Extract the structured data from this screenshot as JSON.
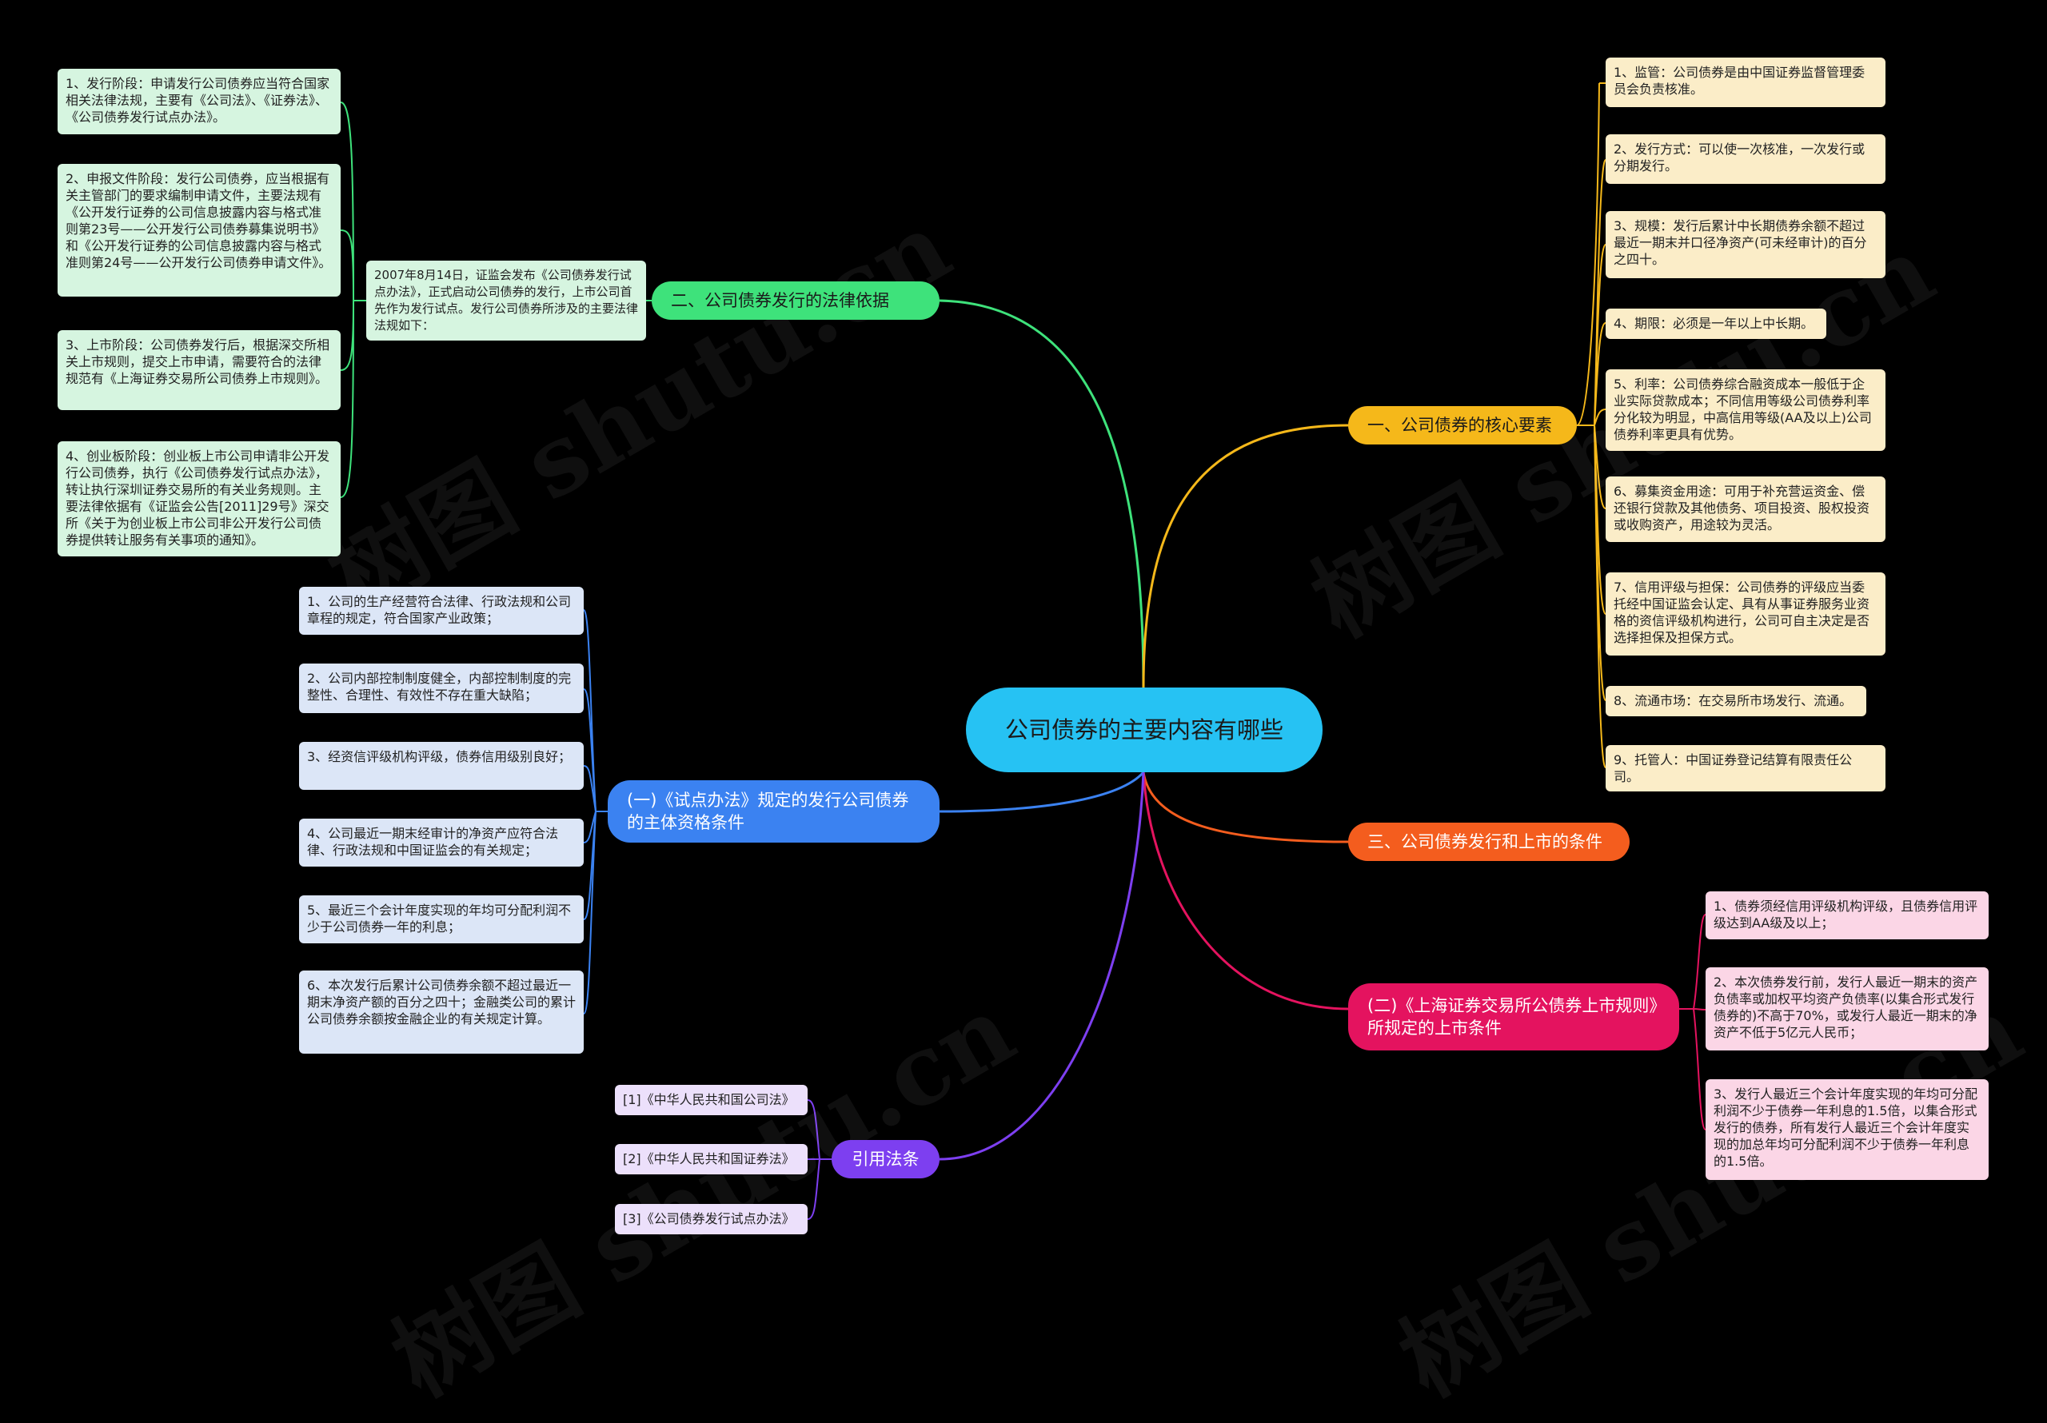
{
  "center": "公司债券的主要内容有哪些",
  "watermarks": [
    "树图 shutu.cn",
    "树图 shutu.cn",
    "树图 shutu.cn",
    "树图 shutu.cn"
  ],
  "colors": {
    "background": "#000000",
    "center": "#26c2f3",
    "green": "#3ee27b",
    "yellow": "#f5b81a",
    "orange": "#f45d1e",
    "pink": "#e4135f",
    "blue": "#3b82f1",
    "purple": "#7d3ff0"
  },
  "legal_basis": {
    "label": "二、公司债券发行的法律依据",
    "intro": "2007年8月14日，证监会发布《公司债券发行试点办法》，正式启动公司债券的发行，上市公司首先作为发行试点。发行公司债券所涉及的主要法律法规如下：",
    "items": [
      "1、发行阶段：申请发行公司债券应当符合国家相关法律法规，主要有《公司法》、《证券法》、《公司债券发行试点办法》。",
      "2、申报文件阶段：发行公司债券，应当根据有关主管部门的要求编制申请文件，主要法规有《公开发行证券的公司信息披露内容与格式准则第23号——公开发行公司债券募集说明书》和《公开发行证券的公司信息披露内容与格式准则第24号——公开发行公司债券申请文件》。",
      "3、上市阶段：公司债券发行后，根据深交所相关上市规则，提交上市申请，需要符合的法律规范有《上海证券交易所公司债券上市规则》。",
      "4、创业板阶段：创业板上市公司申请非公开发行公司债券，执行《公司债券发行试点办法》，转让执行深圳证券交易所的有关业务规则。主要法律依据有《证监会公告[2011]29号》深交所《关于为创业板上市公司非公开发行公司债券提供转让服务有关事项的通知》。"
    ]
  },
  "core_elements": {
    "label": "一、公司债券的核心要素",
    "items": [
      "1、监管：公司债券是由中国证券监督管理委员会负责核准。",
      "2、发行方式：可以使一次核准，一次发行或分期发行。",
      "3、规模：发行后累计中长期债券余额不超过最近一期末并口径净资产(可未经审计)的百分之四十。",
      "4、期限：必须是一年以上中长期。",
      "5、利率：公司债券综合融资成本一般低于企业实际贷款成本；不同信用等级公司债券利率分化较为明显，中高信用等级(AA及以上)公司债券利率更具有优势。",
      "6、募集资金用途：可用于补充营运资金、偿还银行贷款及其他债务、项目投资、股权投资或收购资产，用途较为灵活。",
      "7、信用评级与担保：公司债券的评级应当委托经中国证监会认定、具有从事证券服务业资格的资信评级机构进行，公司可自主决定是否选择担保及担保方式。",
      "8、流通市场：在交易所市场发行、流通。",
      "9、托管人：中国证券登记结算有限责任公司。"
    ]
  },
  "issue_listing": {
    "label": "三、公司债券发行和上市的条件"
  },
  "sse_rules": {
    "label": "(二)《上海证券交易所公债券上市规则》所规定的上市条件",
    "items": [
      "1、债券须经信用评级机构评级，且债券信用评级达到AA级及以上；",
      "2、本次债券发行前，发行人最近一期末的资产负债率或加权平均资产负债率(以集合形式发行债券的)不高于70%，或发行人最近一期末的净资产不低于5亿元人民币；",
      "3、发行人最近三个会计年度实现的年均可分配利润不少于债券一年利息的1.5倍，以集合形式发行的债券，所有发行人最近三个会计年度实现的加总年均可分配利润不少于债券一年利息的1.5倍。"
    ]
  },
  "trial_measures": {
    "label": "(一)《试点办法》规定的发行公司债券的主体资格条件",
    "items": [
      "1、公司的生产经营符合法律、行政法规和公司章程的规定，符合国家产业政策；",
      "2、公司内部控制制度健全，内部控制制度的完整性、合理性、有效性不存在重大缺陷；",
      "3、经资信评级机构评级，债券信用级别良好；",
      "4、公司最近一期末经审计的净资产应符合法律、行政法规和中国证监会的有关规定；",
      "5、最近三个会计年度实现的年均可分配利润不少于公司债券一年的利息；",
      "6、本次发行后累计公司债券余额不超过最近一期末净资产额的百分之四十；金融类公司的累计公司债券余额按金融企业的有关规定计算。"
    ]
  },
  "references": {
    "label": "引用法条",
    "items": [
      "[1]《中华人民共和国公司法》",
      "[2]《中华人民共和国证券法》",
      "[3]《公司债券发行试点办法》"
    ]
  }
}
